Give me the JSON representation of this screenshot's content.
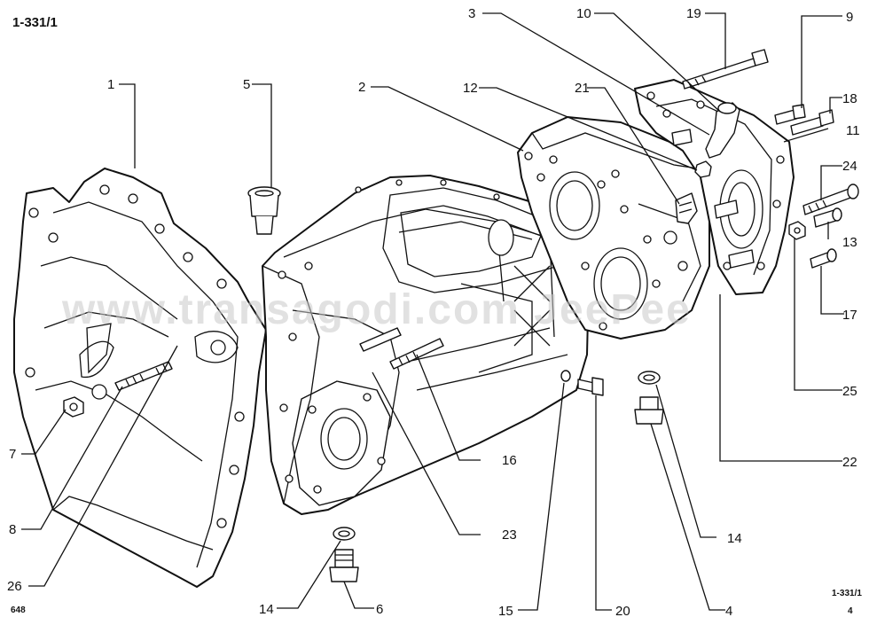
{
  "header": {
    "ref_top": "1-331/1",
    "ref_bottom": "1-331/1",
    "page_code": "648",
    "page_num": "4"
  },
  "watermark": "www.transagodi.com JeePee",
  "callouts": [
    {
      "id": "c1",
      "text": "1"
    },
    {
      "id": "c2",
      "text": "2"
    },
    {
      "id": "c3",
      "text": "3"
    },
    {
      "id": "c4",
      "text": "4"
    },
    {
      "id": "c5",
      "text": "5"
    },
    {
      "id": "c6",
      "text": "6"
    },
    {
      "id": "c7",
      "text": "7"
    },
    {
      "id": "c8",
      "text": "8"
    },
    {
      "id": "c9",
      "text": "9"
    },
    {
      "id": "c10",
      "text": "10"
    },
    {
      "id": "c11",
      "text": "11"
    },
    {
      "id": "c12",
      "text": "12"
    },
    {
      "id": "c13",
      "text": "13"
    },
    {
      "id": "c14a",
      "text": "14"
    },
    {
      "id": "c14b",
      "text": "14"
    },
    {
      "id": "c15",
      "text": "15"
    },
    {
      "id": "c16",
      "text": "16"
    },
    {
      "id": "c17",
      "text": "17"
    },
    {
      "id": "c18",
      "text": "18"
    },
    {
      "id": "c19",
      "text": "19"
    },
    {
      "id": "c20",
      "text": "20"
    },
    {
      "id": "c21",
      "text": "21"
    },
    {
      "id": "c22",
      "text": "22"
    },
    {
      "id": "c23",
      "text": "23"
    },
    {
      "id": "c24",
      "text": "24"
    },
    {
      "id": "c25",
      "text": "25"
    },
    {
      "id": "c26",
      "text": "26"
    }
  ]
}
